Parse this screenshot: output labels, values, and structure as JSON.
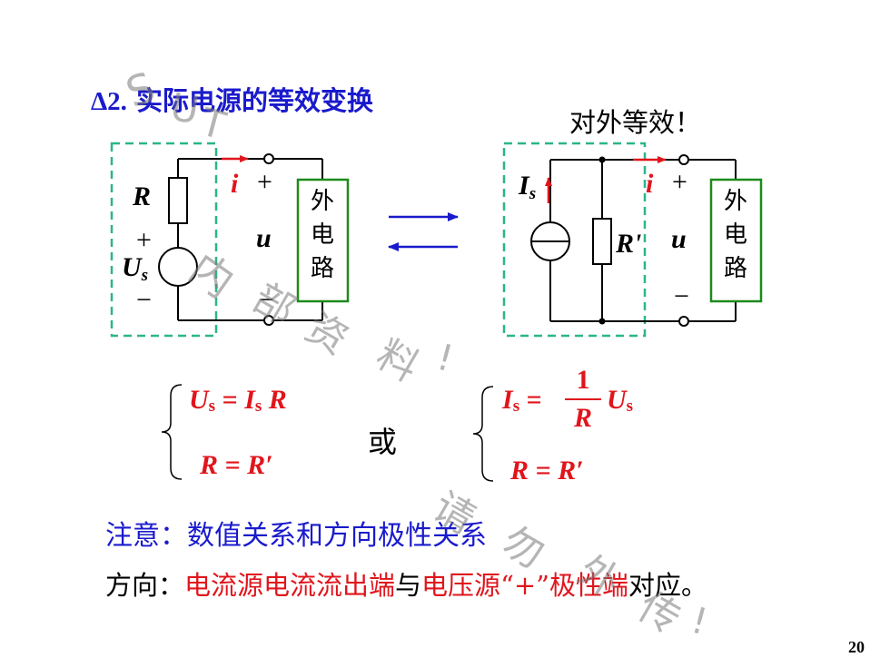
{
  "title": {
    "number": "Δ2.",
    "text": "实际电源的等效变换"
  },
  "equivalent_note": "对外等效！",
  "left_circuit": {
    "resistor_label": "R",
    "current_label": "i",
    "plus": "+",
    "minus": "−",
    "voltage_label": "u",
    "source_label": "U",
    "source_sub": "s",
    "external_label": [
      "外",
      "电",
      "路"
    ]
  },
  "right_circuit": {
    "source_label": "I",
    "source_sub": "s",
    "resistor_label": "R'",
    "current_label": "i",
    "plus": "+",
    "minus": "−",
    "voltage_label": "u",
    "external_label": [
      "外",
      "电",
      "路"
    ]
  },
  "equations_left": {
    "line1": {
      "a": "U",
      "a_sub": "s",
      "eq": " = ",
      "b": "I",
      "b_sub": "s",
      "c": " R"
    },
    "line2": "R = R′"
  },
  "or_text": "或",
  "equations_right": {
    "line1": {
      "a": "I",
      "a_sub": "s",
      "eq": " = ",
      "num": "1",
      "den": "R",
      "b": "U",
      "b_sub": "s"
    },
    "line2": "R = R′"
  },
  "note1": "注意：数值关系和方向极性关系",
  "note2": {
    "part1": "方向：",
    "part2": "电流源电流流出端",
    "part3": "与",
    "part4": "电压源",
    "part5": "“+”极性端",
    "part6": "对应。"
  },
  "page_number": "20",
  "watermark": [
    "S",
    "U",
    "T",
    "内",
    "部",
    "资",
    "料",
    "!",
    "请",
    "勿",
    "外",
    "传",
    "!"
  ],
  "colors": {
    "title": "#1a1acc",
    "red": "#e0151c",
    "wire": "#000000",
    "dash": "#2bb58a",
    "box": "#1c8a1c",
    "arrow": "#1a1acc"
  }
}
